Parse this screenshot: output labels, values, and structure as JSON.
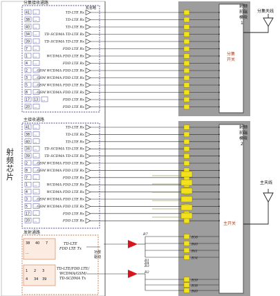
{
  "chip_label": "射频芯片",
  "rx_diversity": {
    "title": "分集接收通路",
    "rows": [
      {
        "ports": [
          "41",
          "..."
        ],
        "label": "TD-LTE Rx"
      },
      {
        "ports": [
          "38",
          "..."
        ],
        "label": "TD-LTE Rx"
      },
      {
        "ports": [
          "40",
          "..."
        ],
        "label": "TD-LTE Rx"
      },
      {
        "ports": [
          "34",
          "..."
        ],
        "label": "TD-SCDMA TD-LTE Rx"
      },
      {
        "ports": [
          "39",
          "..."
        ],
        "label": "TD-SCDMA TD-LTE Rx"
      },
      {
        "ports": [
          "7",
          "..."
        ],
        "label": "FDD LTE Rx"
      },
      {
        "ports": [
          "1",
          "..."
        ],
        "label": "WCDMA FDD LTE Rx"
      },
      {
        "ports": [
          "4",
          "..."
        ],
        "label": "FDD LTE Rx"
      },
      {
        "ports": [
          "2",
          "..."
        ],
        "label": "GSM WCDMA FDD LTE Rx"
      },
      {
        "ports": [
          "3",
          "..."
        ],
        "label": "GSM WCDMA FDD LTE Rx"
      },
      {
        "ports": [
          "5",
          "..."
        ],
        "label": "GSM WCDMA FDD LTE Rx"
      },
      {
        "ports": [
          "8",
          "..."
        ],
        "label": "GSM WCDMA FDD LTE Rx"
      },
      {
        "ports": [
          "17",
          "13",
          "..."
        ],
        "label": "FDD LTE Rx"
      },
      {
        "ports": [
          "20",
          "..."
        ],
        "label": "FDD LTE Rx"
      }
    ],
    "annotation": "机省略"
  },
  "rx_main": {
    "title": "主接收通路",
    "rows": [
      {
        "ports": [
          "41",
          "..."
        ],
        "label": "TD-LTE Rx"
      },
      {
        "ports": [
          "38",
          "..."
        ],
        "label": "TD-LTE Rx"
      },
      {
        "ports": [
          "40",
          "..."
        ],
        "label": "TD-LTE Rx"
      },
      {
        "ports": [
          "34",
          "..."
        ],
        "label": "TD-SCDMA TD-LTE Rx"
      },
      {
        "ports": [
          "39",
          "..."
        ],
        "label": "TD-SCDMA TD-LTE Rx"
      },
      {
        "ports": [
          "2",
          "..."
        ],
        "label": "GSM WCDMA FDD LTE Rx"
      },
      {
        "ports": [
          "8",
          "..."
        ],
        "label": "GSM WCDMA FDD LTE Rx"
      },
      {
        "ports": [
          "7",
          "..."
        ],
        "label": "FDD LTE Rx"
      },
      {
        "ports": [
          "1",
          "..."
        ],
        "label": "WCDMA FDD LTE Rx"
      },
      {
        "ports": [
          "4",
          "..."
        ],
        "label": "WCDMA FDD LTE Rx"
      },
      {
        "ports": [
          "3",
          "..."
        ],
        "label": "GSM WCDMA FDD LTE Rx"
      },
      {
        "ports": [
          "5",
          "..."
        ],
        "label": "GSM WCDMA FDD LTE Rx"
      },
      {
        "ports": [
          "17",
          "..."
        ],
        "label": "FDD LTE Rx"
      },
      {
        "ports": [
          "20",
          "..."
        ],
        "label": "FDD LTE Rx"
      }
    ]
  },
  "tx": {
    "title": "发射通路",
    "group1": {
      "ports": [
        "38",
        "40",
        "7",
        "..."
      ],
      "label1": "TD-LTE",
      "label2": "FDD LTE Tx"
    },
    "group2": {
      "ports": [
        "1",
        "2",
        "3",
        "4",
        "34",
        "39"
      ],
      "label1": "TD-LTE/FDD LTE/",
      "label2": "WCDMA/GSM/",
      "label3": "TD-SCDMA Tx"
    },
    "driver_label": "驱动",
    "pa_label": "功放",
    "pa_driver_text": "功放 驱动",
    "band_tags": [
      "B7",
      "B1",
      "B3",
      "B4",
      "B2"
    ]
  },
  "rf_module_div": {
    "title_lines": [
      "射频",
      "前端",
      "模块",
      "1"
    ],
    "switch_lines": [
      "分集",
      "开关"
    ]
  },
  "rf_module_main": {
    "title_lines": [
      "射频",
      "前端",
      "模块",
      "2"
    ],
    "switch": "主开关"
  },
  "diversity_antenna": "分集天线",
  "main_antenna": "主天线",
  "filter_tags": [
    "B38",
    "B40",
    "B41",
    "B34",
    "B39",
    "B38",
    "B40"
  ],
  "colors": {
    "module_gray": "#9d9d9d",
    "filter_yellow": "#f2e21d",
    "dashed_blue": "#4a4a9a",
    "pa_red": "#d8141c",
    "tx_box_fill": "#fbebe0",
    "tx_border": "#c8764a"
  }
}
